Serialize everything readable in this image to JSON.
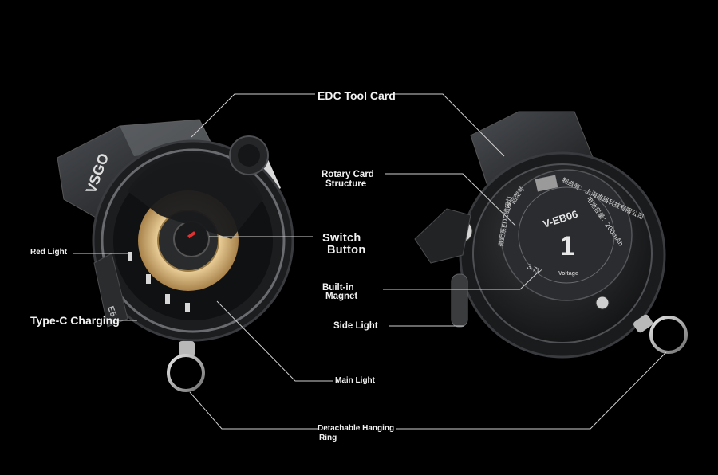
{
  "labels": {
    "edc_tool_card": "EDC Tool Card",
    "rotary_card_line1": "Rotary Card",
    "rotary_card_line2": "Structure",
    "switch_line1": "Switch",
    "switch_line2": "Button",
    "red_light": "Red Light",
    "built_in_line1": "Built-in",
    "built_in_line2": "Magnet",
    "type_c": "Type-C Charging",
    "side_light": "Side Light",
    "main_light": "Main Light",
    "ring_line1": "Detachable Hanging",
    "ring_line2": "Ring"
  },
  "device_markings": {
    "brand": "VSGO",
    "model": "V-EB06",
    "number": "1",
    "voltage_label": "Voltage",
    "voltage_value": "3.7V",
    "cn_maker": "制造商：上海唯路科技有限公司",
    "cn_product": "产品型号",
    "cn_battery": "电池容量：200mAh",
    "cn_name": "微距系EDC磁吸灯",
    "tc": "E5"
  },
  "colors": {
    "background": "#000000",
    "label_text": "#f2f2f2",
    "leader_line": "#d0d0d0",
    "main_light_glow": "#f3d9a4",
    "red_light": "#e23131"
  }
}
